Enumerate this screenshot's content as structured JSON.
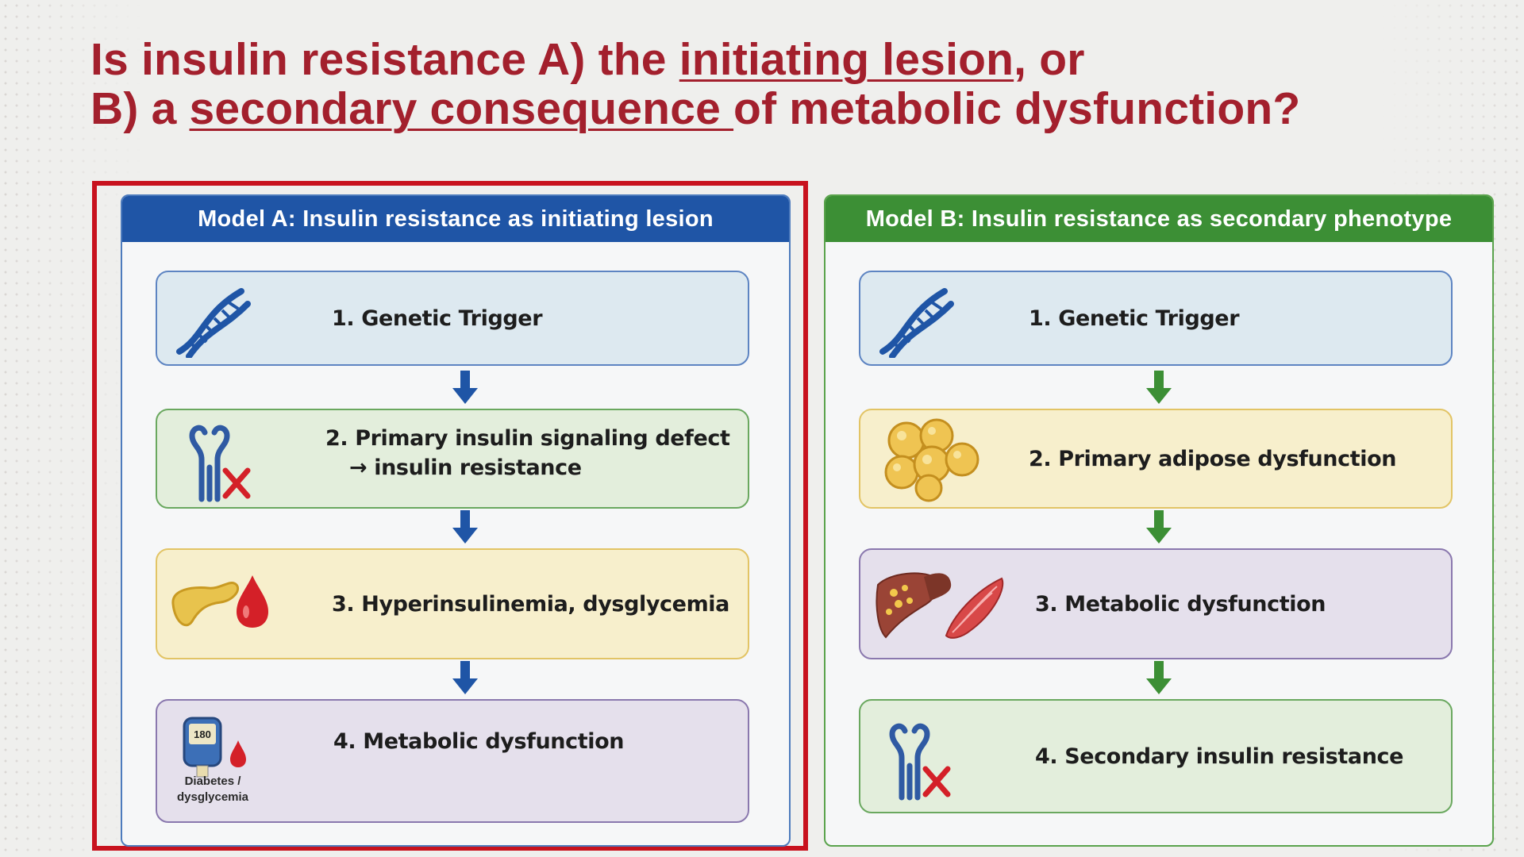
{
  "title": {
    "line1_prefix": "Is insulin resistance A) the ",
    "line1_underlined": "initiating lesion",
    "line1_suffix": ", or",
    "line2_prefix": "B) a ",
    "line2_underlined": "secondary consequence ",
    "line2_suffix": "of metabolic dysfunction?"
  },
  "model_a": {
    "header": "Model A: Insulin resistance as initiating lesion",
    "accent": "#1f55a6",
    "steps": [
      {
        "label": "1. Genetic Trigger",
        "icon": "dna-icon"
      },
      {
        "label": "2. Primary insulin signaling defect",
        "sub": "insulin resistance",
        "icon": "blocked-receptor-icon"
      },
      {
        "label": "3. Hyperinsulinemia, dysglycemia",
        "icon": "pancreas-blood-drop-icon"
      },
      {
        "label": "4. Metabolic dysfunction",
        "icon": "glucometer-icon",
        "icon_caption": "Diabetes / dysglycemia",
        "meter_reading": "180"
      }
    ]
  },
  "model_b": {
    "header": "Model B: Insulin resistance as secondary phenotype",
    "accent": "#3c8f35",
    "steps": [
      {
        "label": "1. Genetic Trigger",
        "icon": "dna-icon"
      },
      {
        "label": "2. Primary adipose dysfunction",
        "icon": "adipocytes-icon"
      },
      {
        "label": "3. Metabolic dysfunction",
        "icon": "liver-muscle-icon"
      },
      {
        "label": "4. Secondary insulin resistance",
        "icon": "blocked-receptor-icon"
      }
    ]
  },
  "colors": {
    "title": "#a3202d",
    "highlight_border": "#c8121e",
    "arrow_a": "#1f55a6",
    "arrow_b": "#3c8f35"
  }
}
